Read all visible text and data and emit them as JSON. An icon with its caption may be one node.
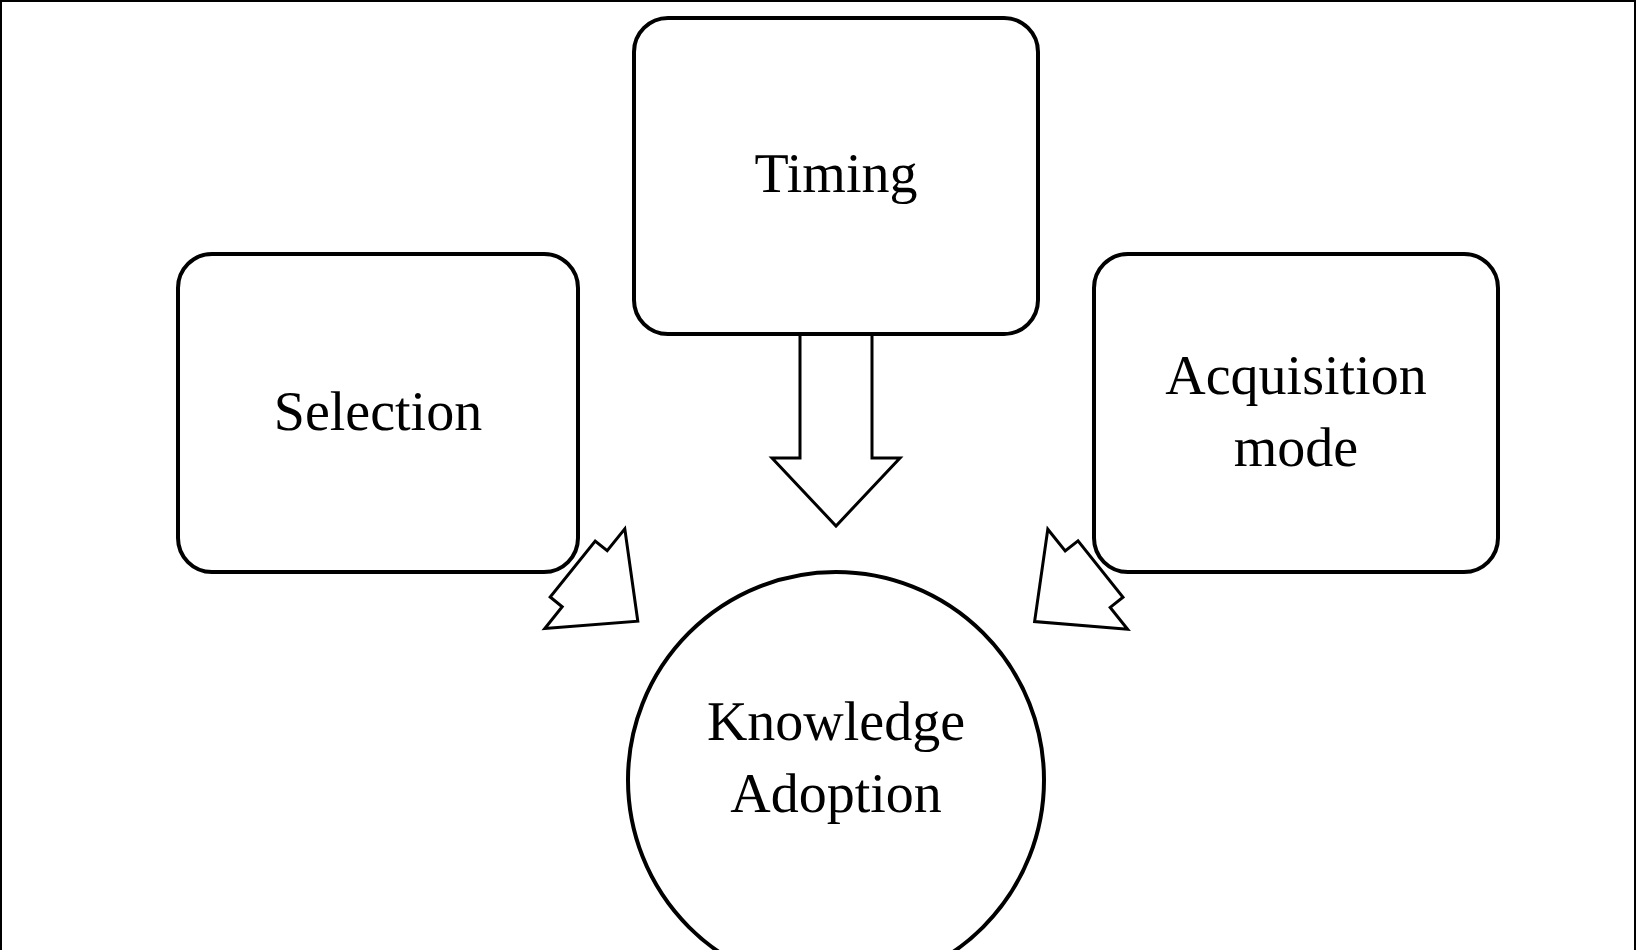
{
  "diagram": {
    "nodes": [
      {
        "text": [
          "Selection"
        ]
      },
      {
        "text": [
          "Timing"
        ]
      },
      {
        "text": [
          "Acquisition mode"
        ]
      },
      {
        "text": [
          "Knowledge Adoption"
        ]
      }
    ],
    "edges": [
      {
        "from": 0,
        "to": 3,
        "arrow": "to"
      },
      {
        "from": 1,
        "to": 3,
        "arrow": "to"
      },
      {
        "from": 2,
        "to": 3,
        "arrow": "to"
      }
    ]
  }
}
